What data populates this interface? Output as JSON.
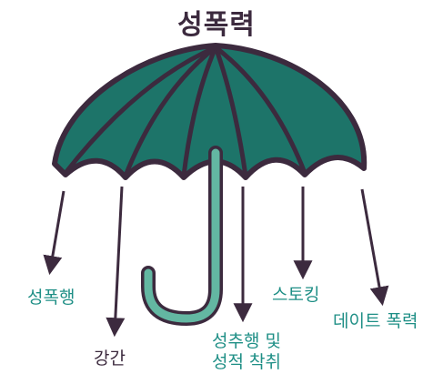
{
  "title": "성폭력",
  "labels": {
    "sexual_assault": "성폭행",
    "rape": "강간",
    "sexual_abuse_line1": "성추행 및",
    "sexual_abuse_line2": "성적 착취",
    "stalking": "스토킹",
    "dating_violence": "데이트 폭력"
  },
  "colors": {
    "canopy": "#1d7469",
    "outline": "#3c2a3e",
    "handle": "#63b7a2",
    "label": "#1f8f86"
  }
}
